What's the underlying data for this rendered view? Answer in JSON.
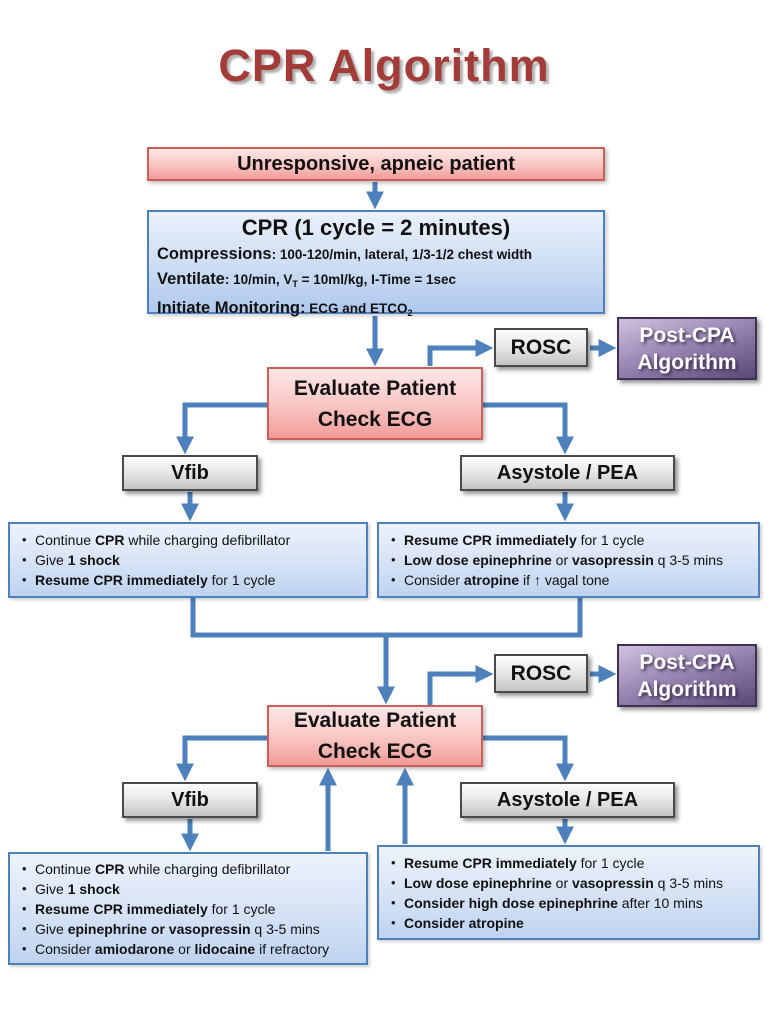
{
  "title": "CPR Algorithm",
  "colors": {
    "title_red": "#A33B38",
    "arrow_blue": "#4E80BC",
    "pink_border": "#C9605C",
    "purple_dark": "#5C4878",
    "gray_border": "#4A4A4A"
  },
  "nodes": {
    "start": "Unresponsive, apneic patient",
    "cpr": {
      "heading": "CPR (1 cycle = 2 minutes)",
      "lines": [
        [
          {
            "t": "Compressions",
            "lg": 1
          },
          {
            "t": ": 100-120/min, lateral, 1/3-1/2 chest width"
          }
        ],
        [
          {
            "t": "Ventilate",
            "lg": 1
          },
          {
            "t": ": 10/min, V"
          },
          {
            "t": "T",
            "s": 1
          },
          {
            "t": " = 10ml/kg, I-Time = 1sec"
          }
        ],
        [
          {
            "t": "Initiate Monitoring:",
            "lg": 1
          },
          {
            "t": " ECG and ETCO"
          },
          {
            "t": "2",
            "s": 1
          }
        ]
      ]
    },
    "rosc_label": "ROSC",
    "post_cpa": [
      "Post-CPA",
      "Algorithm"
    ],
    "evaluate": [
      "Evaluate Patient",
      "Check ECG"
    ],
    "vfib_label": "Vfib",
    "asystole_label": "Asystole / PEA",
    "vfib_actions_first": [
      [
        {
          "t": "Continue "
        },
        {
          "t": "CPR",
          "b": 1
        },
        {
          "t": " while charging defibrillator"
        }
      ],
      [
        {
          "t": "Give "
        },
        {
          "t": "1 shock",
          "b": 1
        }
      ],
      [
        {
          "t": "Resume CPR immediately",
          "b": 1
        },
        {
          "t": " for 1 cycle"
        }
      ]
    ],
    "asystole_actions_first": [
      [
        {
          "t": "Resume CPR immediately",
          "b": 1
        },
        {
          "t": " for 1 cycle"
        }
      ],
      [
        {
          "t": "Low dose epinephrine",
          "b": 1
        },
        {
          "t": " or "
        },
        {
          "t": "vasopressin",
          "b": 1
        },
        {
          "t": " q 3-5 mins"
        }
      ],
      [
        {
          "t": "Consider "
        },
        {
          "t": "atropine",
          "b": 1
        },
        {
          "t": " if "
        },
        {
          "t": "↑",
          "b": 1
        },
        {
          "t": " vagal tone"
        }
      ]
    ],
    "vfib_actions_second": [
      [
        {
          "t": "Continue "
        },
        {
          "t": "CPR",
          "b": 1
        },
        {
          "t": " while charging defibrillator"
        }
      ],
      [
        {
          "t": "Give "
        },
        {
          "t": "1 shock",
          "b": 1
        }
      ],
      [
        {
          "t": "Resume CPR immediately",
          "b": 1
        },
        {
          "t": " for 1 cycle"
        }
      ],
      [
        {
          "t": "Give "
        },
        {
          "t": "epinephrine or vasopressin",
          "b": 1
        },
        {
          "t": " q 3-5 mins"
        }
      ],
      [
        {
          "t": "Consider "
        },
        {
          "t": "amiodarone",
          "b": 1
        },
        {
          "t": " or "
        },
        {
          "t": "lidocaine",
          "b": 1
        },
        {
          "t": " if refractory"
        }
      ]
    ],
    "asystole_actions_second": [
      [
        {
          "t": "Resume CPR immediately",
          "b": 1
        },
        {
          "t": " for 1 cycle"
        }
      ],
      [
        {
          "t": "Low dose epinephrine",
          "b": 1
        },
        {
          "t": " or "
        },
        {
          "t": "vasopressin",
          "b": 1
        },
        {
          "t": " q 3-5 mins"
        }
      ],
      [
        {
          "t": "Consider high dose epinephrine",
          "b": 1
        },
        {
          "t": " after 10 mins"
        }
      ],
      [
        {
          "t": "Consider atropine",
          "b": 1
        }
      ]
    ]
  }
}
